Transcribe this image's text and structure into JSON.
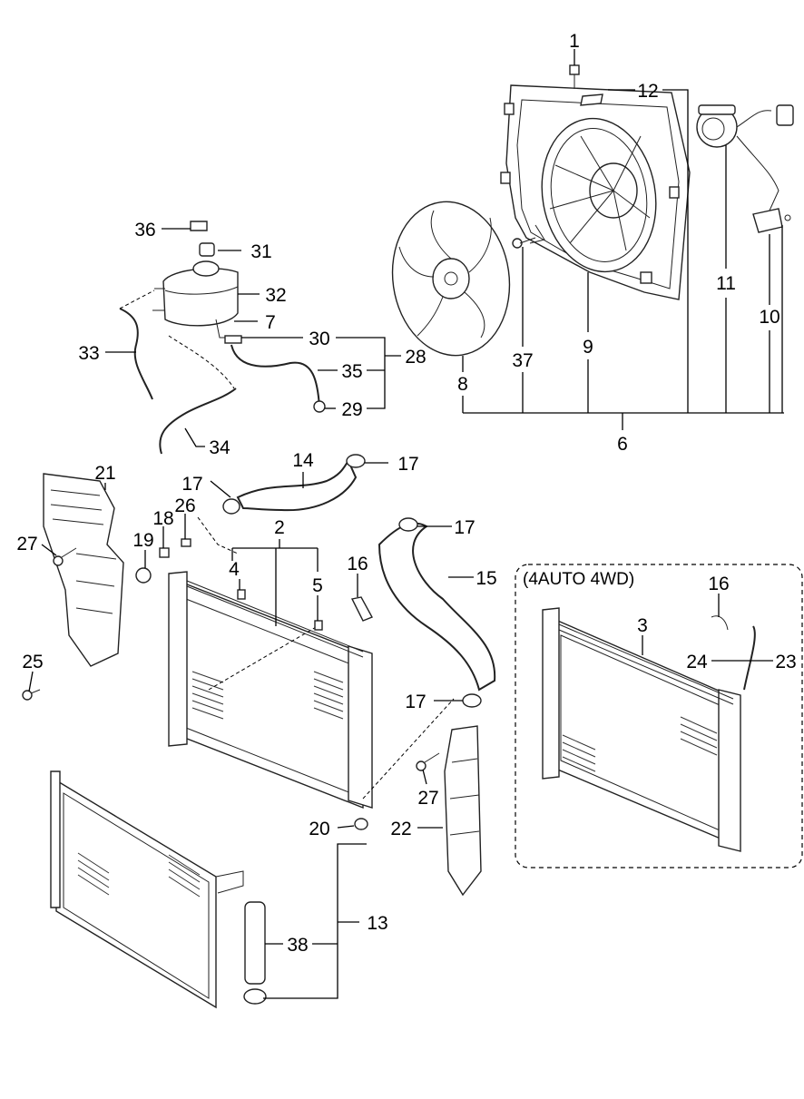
{
  "variant_caption": "(4AUTO 4WD)",
  "labels": {
    "p1": "1",
    "p2": "2",
    "p3": "3",
    "p4": "4",
    "p5": "5",
    "p6": "6",
    "p7": "7",
    "p8": "8",
    "p9": "9",
    "p10": "10",
    "p11": "11",
    "p12": "12",
    "p13": "13",
    "p14": "14",
    "p15": "15",
    "p16a": "16",
    "p16b": "16",
    "p17a": "17",
    "p17b": "17",
    "p17c": "17",
    "p17d": "17",
    "p18": "18",
    "p19": "19",
    "p20": "20",
    "p21": "21",
    "p22": "22",
    "p23": "23",
    "p24": "24",
    "p25": "25",
    "p26": "26",
    "p27a": "27",
    "p27b": "27",
    "p28": "28",
    "p29": "29",
    "p30": "30",
    "p31": "31",
    "p32": "32",
    "p33": "33",
    "p34": "34",
    "p35": "35",
    "p36": "36",
    "p37": "37",
    "p38": "38"
  }
}
